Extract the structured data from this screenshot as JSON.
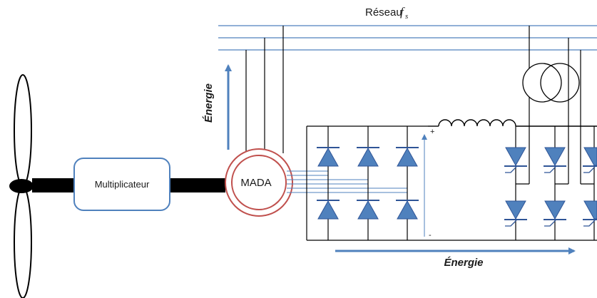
{
  "diagram": {
    "network": {
      "label": "Réseau",
      "symbol": "f",
      "subscript": "s"
    },
    "gearbox": {
      "label": "Multiplicateur"
    },
    "machine": {
      "label": "MADA"
    },
    "energy_vertical": {
      "label": "Énergie"
    },
    "energy_horizontal": {
      "label": "Énergie"
    },
    "dc_plus": "+",
    "dc_minus": "-",
    "colors": {
      "grid_line": "#4f81bd",
      "diode": "#4f81bd",
      "machine_ring": "#c0504d",
      "gearbox_border": "#4f81bd",
      "shaft": "#000000",
      "wire": "#000000"
    },
    "icons": [
      "wind-turbine-blades-icon",
      "transformer-icon",
      "inductor-icon",
      "diode-icon",
      "thyristor-icon"
    ]
  }
}
